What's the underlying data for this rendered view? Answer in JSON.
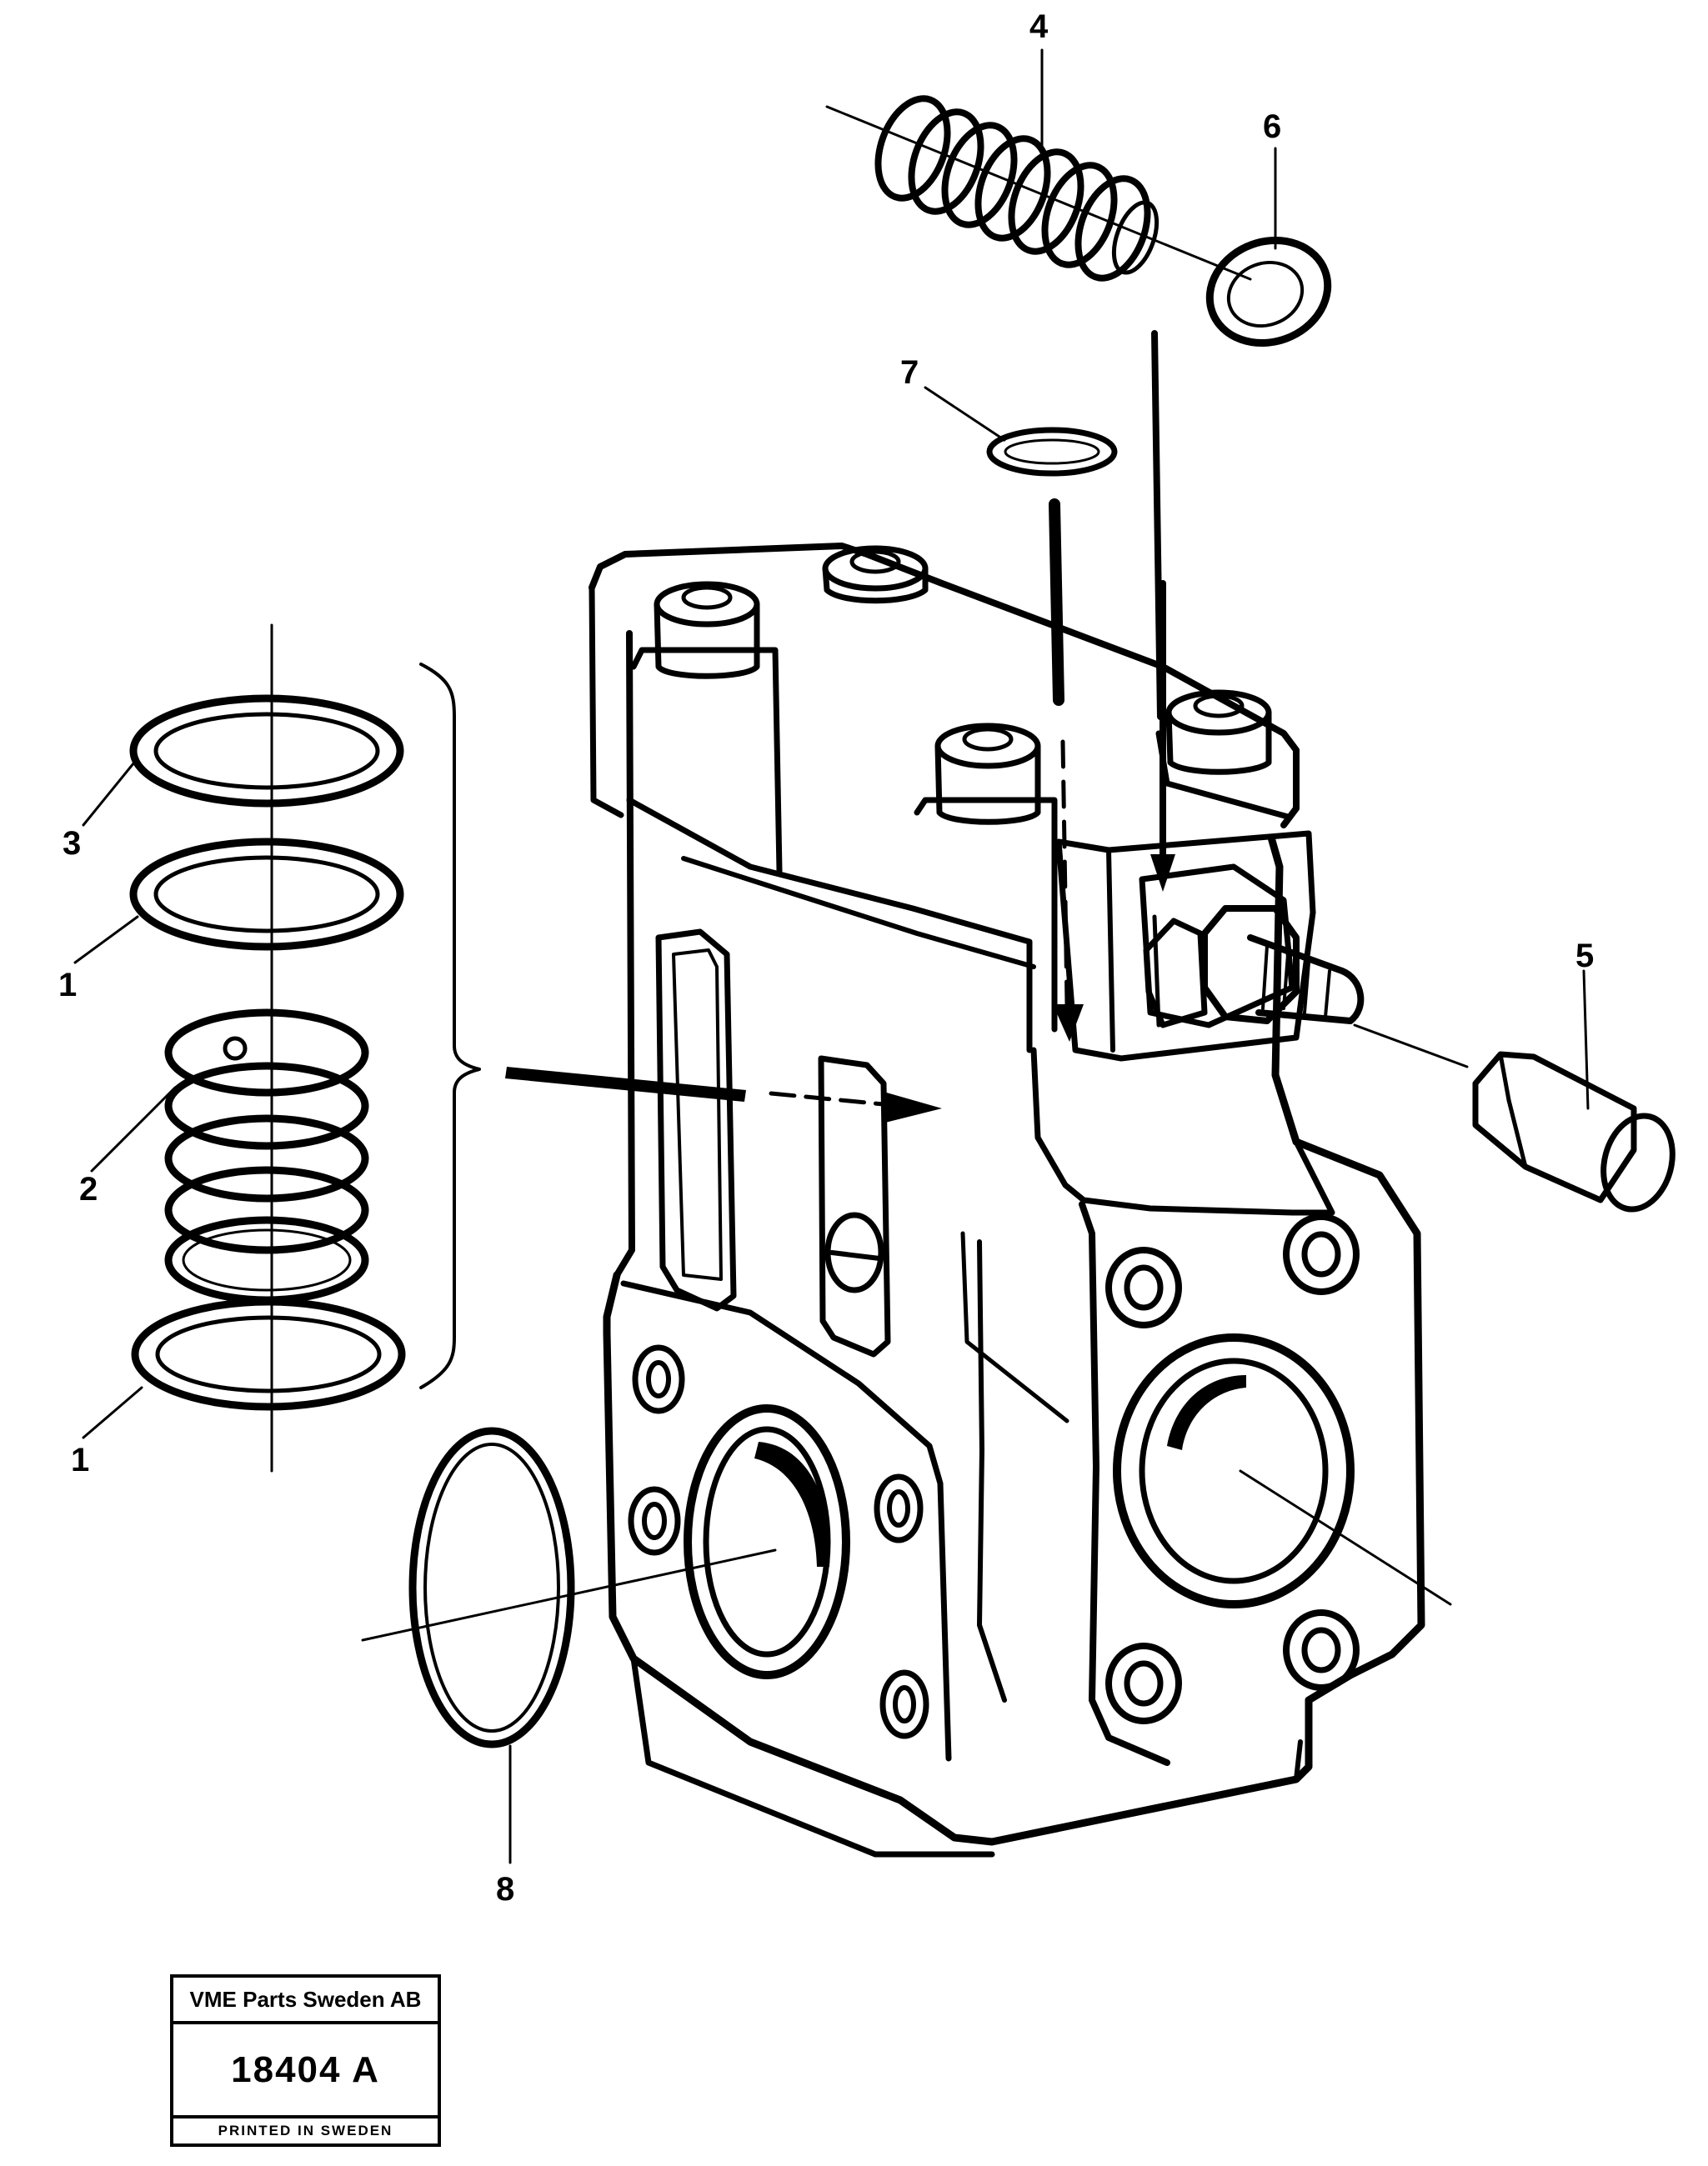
{
  "callouts": [
    {
      "id": "c1a",
      "text": "1"
    },
    {
      "id": "c1b",
      "text": "1"
    },
    {
      "id": "c2",
      "text": "2"
    },
    {
      "id": "c3",
      "text": "3"
    },
    {
      "id": "c4",
      "text": "4"
    },
    {
      "id": "c5",
      "text": "5"
    },
    {
      "id": "c6",
      "text": "6"
    },
    {
      "id": "c7",
      "text": "7"
    },
    {
      "id": "c8",
      "text": "8"
    }
  ],
  "stamp": {
    "company": "VME Parts Sweden AB",
    "code": "18404 A",
    "printed": "PRINTED IN SWEDEN"
  }
}
